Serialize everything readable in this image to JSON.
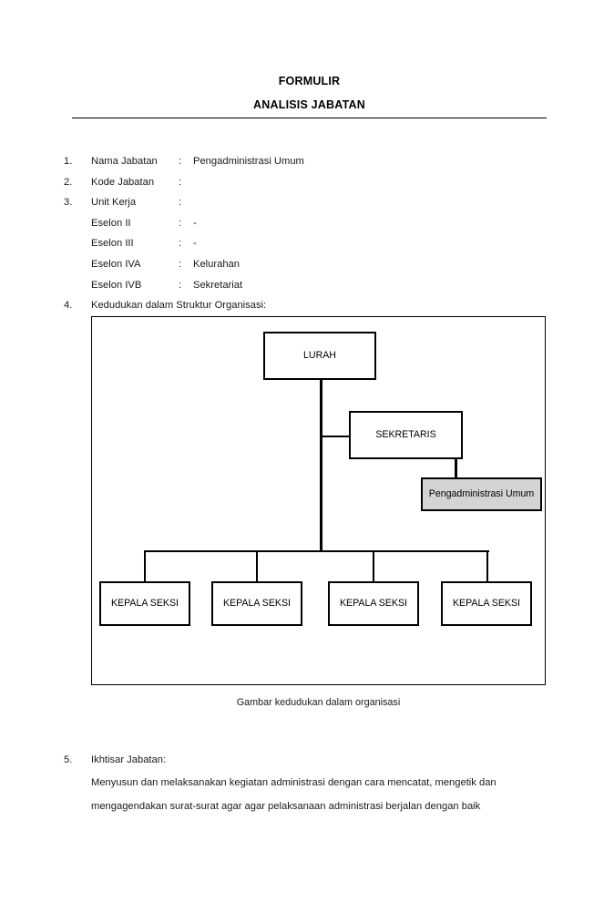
{
  "document": {
    "title_lines": [
      "FORMULIR",
      "ANALISIS JABATAN"
    ]
  },
  "fields": [
    {
      "num": "1.",
      "label": "Nama Jabatan",
      "colon": ":",
      "value": "Pengadministrasi Umum"
    },
    {
      "num": "2.",
      "label": "Kode Jabatan",
      "colon": ":",
      "value": ""
    },
    {
      "num": "3.",
      "label": "Unit Kerja",
      "colon": ":",
      "value": ""
    },
    {
      "num": "",
      "label": "Eselon II",
      "colon": ":",
      "value": "-"
    },
    {
      "num": "",
      "label": "Eselon III",
      "colon": ":",
      "value": "-"
    },
    {
      "num": "",
      "label": "Eselon IVA",
      "colon": ":",
      "value": "Kelurahan"
    },
    {
      "num": "",
      "label": "Eselon IVB",
      "colon": ":",
      "value": "Sekretariat"
    },
    {
      "num": "4.",
      "label": "Kedudukan dalam Struktur Organisasi:",
      "colon": "",
      "value": ""
    }
  ],
  "org_chart": {
    "caption": "Gambar kedudukan dalam organisasi",
    "shaded_fill": "#d4d4d4",
    "nodes": {
      "lurah": "LURAH",
      "sekretaris": "SEKRETARIS",
      "pengadministrasi": "Pengadministrasi Umum",
      "seksi_1": "KEPALA SEKSI",
      "seksi_2": "KEPALA SEKSI",
      "seksi_3": "KEPALA SEKSI",
      "seksi_4": "KEPALA SEKSI"
    }
  },
  "ikhtisar": {
    "num": "5.",
    "heading": "Ikhtisar Jabatan:",
    "text": "Menyusun dan melaksanakan kegiatan administrasi dengan cara mencatat, mengetik dan mengagendakan surat-surat agar agar pelaksanaan administrasi berjalan dengan baik"
  }
}
